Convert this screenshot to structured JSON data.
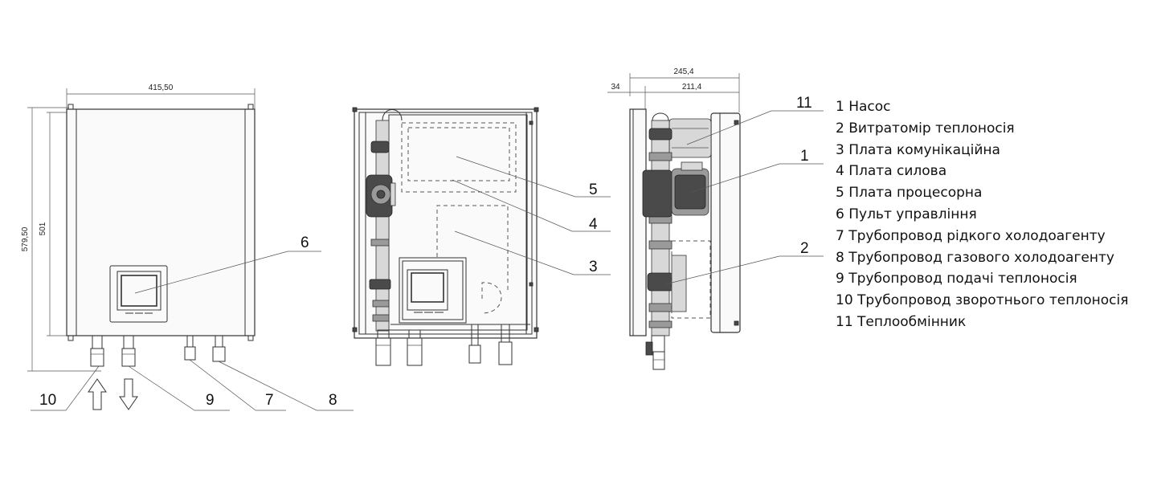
{
  "dimensions": {
    "front_width": "415,50",
    "front_height_total": "579,50",
    "front_height_body": "501",
    "side_depth_total": "245,4",
    "side_depth_back": "34",
    "side_depth_body": "211,4"
  },
  "callouts": {
    "front": [
      "6",
      "10",
      "9",
      "7",
      "8"
    ],
    "internal": [
      "5",
      "4",
      "3"
    ],
    "side": [
      "11",
      "1",
      "2"
    ]
  },
  "legend": [
    "1 Насос",
    "2 Витратомір теплоносія",
    "3 Плата комунікаційна",
    "4 Плата силова",
    "5 Плата процесорна",
    "6 Пульт управління",
    "7 Трубопровод рідкого холодоагенту",
    "8 Трубопровод газового холодоагенту",
    "9 Трубопровод подачі теплоносія",
    "10 Трубопровод зворотнього теплоносія",
    "11 Теплообмінник"
  ]
}
